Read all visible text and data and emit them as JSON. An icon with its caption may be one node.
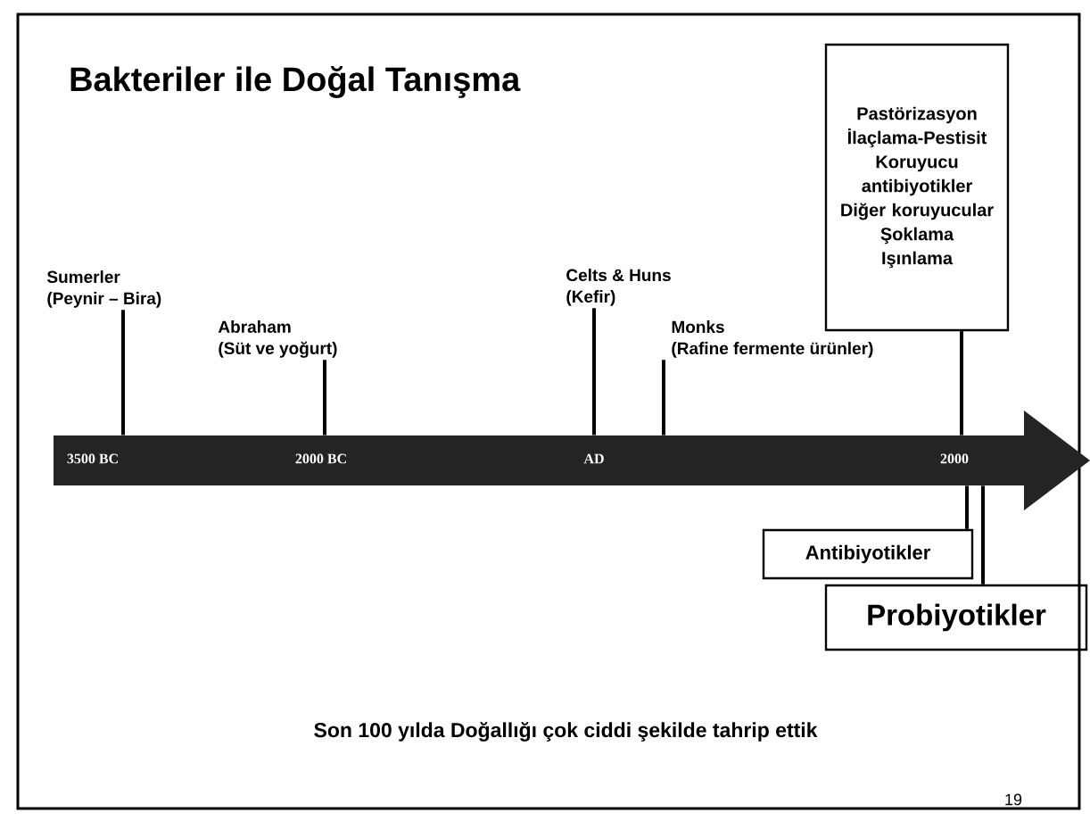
{
  "diagram": {
    "title": "Bakteriler ile Doğal Tanışma",
    "nodes": [
      {
        "text": [
          "3500 BC",
          "2000 BC",
          "AD",
          "2000"
        ]
      },
      {
        "text": [
          "Sumerler",
          "(Peynir – Bira)"
        ]
      },
      {
        "text": [
          "Abraham",
          "(Süt ve yoğurt)"
        ]
      },
      {
        "text": [
          "Celts & Huns",
          "(Kefir)"
        ]
      },
      {
        "text": [
          "Monks",
          "(Rafine fermente ürünler)"
        ]
      },
      {
        "text": [
          "Pastörizasyon",
          "İlaçlama-Pestisit",
          "Koruyucu antibiyotikler",
          "Diğer koruyucular",
          "Şoklama",
          "Işınlama"
        ]
      },
      {
        "text": [
          "Antibiyotikler"
        ]
      },
      {
        "text": [
          "Probiyotikler"
        ]
      }
    ],
    "edges": [
      {
        "from": 1,
        "to": 0,
        "arrow": "none"
      },
      {
        "from": 2,
        "to": 0,
        "arrow": "none"
      },
      {
        "from": 3,
        "to": 0,
        "arrow": "none"
      },
      {
        "from": 4,
        "to": 0,
        "arrow": "none"
      },
      {
        "from": 5,
        "to": 0,
        "arrow": "none"
      },
      {
        "from": 6,
        "to": 0,
        "arrow": "none"
      },
      {
        "from": 7,
        "to": 0,
        "arrow": "none"
      }
    ],
    "labels": [
      "Son 100 yılda Doğallığı çok ciddi şekilde tahrip ettik",
      "19"
    ]
  }
}
